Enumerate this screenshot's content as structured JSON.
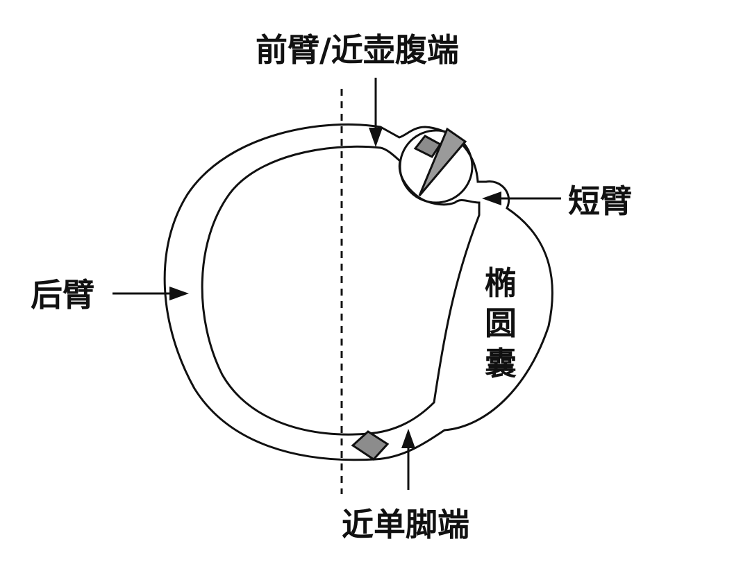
{
  "labels": {
    "front_arm": "前臂/近壶腹端",
    "short_arm": "短臂",
    "rear_arm": "后臂",
    "ellipse_sac_1": "椭",
    "ellipse_sac_2": "圆",
    "ellipse_sac_3": "囊",
    "ampulla_end": "近单脚端"
  },
  "colors": {
    "line": "#111111",
    "fill_gray": "#9a9a9a",
    "background": "#ffffff"
  }
}
